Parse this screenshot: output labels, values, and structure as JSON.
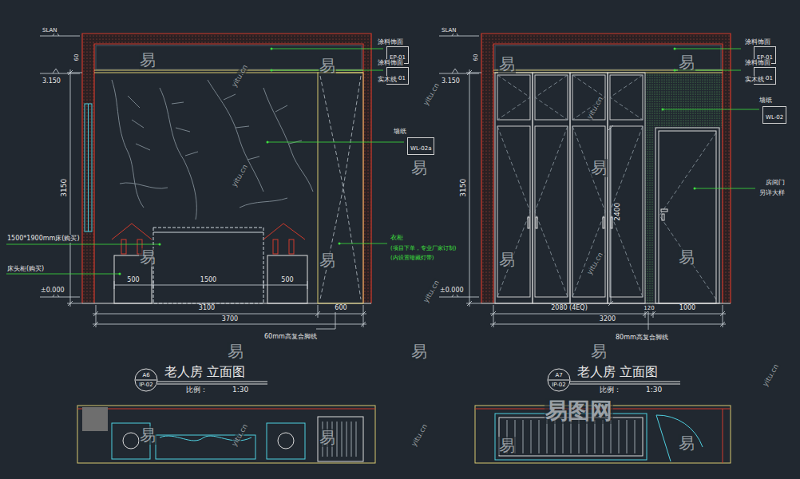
{
  "diagram": {
    "title": "老人房 立面图",
    "nodes": [
      {
        "text": [
          "EP-01"
        ]
      },
      {
        "text": [
          "EP-01"
        ]
      },
      {
        "text": [
          "WL-02a"
        ]
      },
      {
        "text": [
          "A6",
          "IP-02"
        ]
      },
      {
        "text": [
          "EP-01"
        ]
      },
      {
        "text": [
          "EP-01"
        ]
      },
      {
        "text": [
          "WL-02"
        ]
      },
      {
        "text": [
          "A7",
          "IP-02"
        ]
      }
    ],
    "labels": [
      "SLAN",
      "3.150",
      "60",
      "3150",
      "±0.000",
      "涂料饰面",
      "涂料饰面",
      "实木线",
      "墙纸",
      "1500*1900mm床(购买)",
      "床头柜(购买)",
      "500",
      "1500",
      "500",
      "3100",
      "600",
      "3700",
      "衣柜",
      "(项目下单，专业厂家订制)",
      "(内设置暗藏灯带)",
      "60mm高复合脚线",
      "老人房 立面图",
      "比例：",
      "1:30",
      "SLAN",
      "3.150",
      "60",
      "3150",
      "±0.000",
      "涂料饰面",
      "涂料饰面",
      "实木线",
      "墙纸",
      "2400",
      "房间门",
      "另详大样",
      "2080 (4EQ)",
      "120",
      "1000",
      "3200",
      "80mm高复合脚线",
      "老人房 立面图",
      "比例：",
      "1:30",
      "易",
      "易",
      "易",
      "易",
      "易",
      "易",
      "易",
      "易",
      "易",
      "易",
      "易",
      "易",
      "易",
      "易",
      "易",
      "易",
      "易",
      "yitu.cn",
      "yitu.cn",
      "yitu.cn",
      "yitu.cn",
      "yitu.cn",
      "yitu.cn",
      "yitu.cn",
      "yitu.cn",
      "yitu.cn",
      "易图网"
    ]
  }
}
